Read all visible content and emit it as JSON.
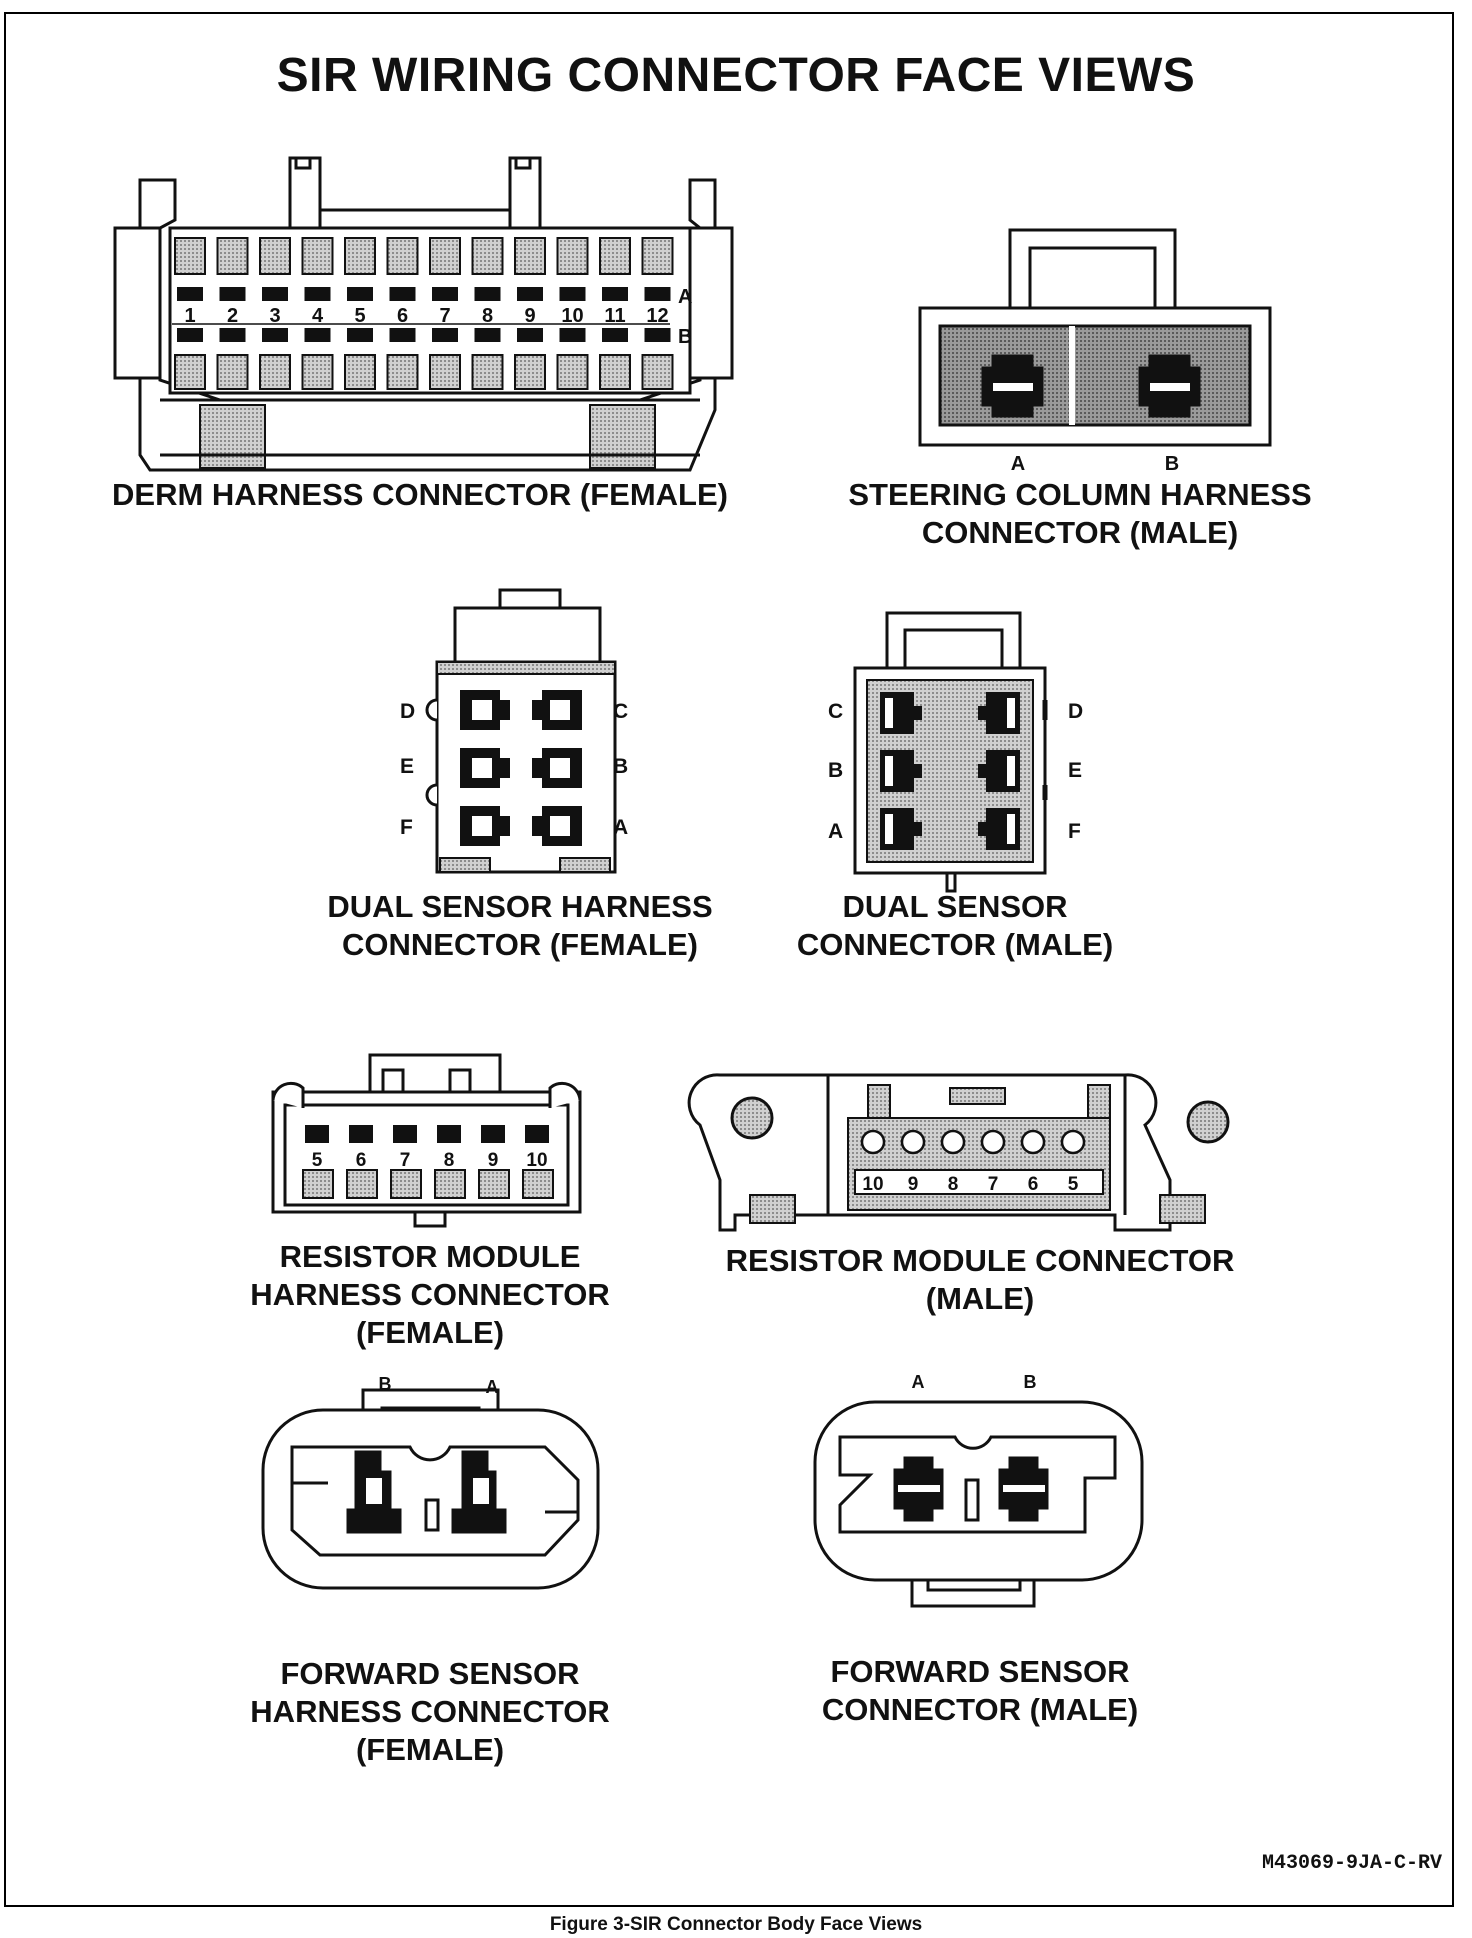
{
  "title": "SIR WIRING CONNECTOR FACE VIEWS",
  "connectors": [
    {
      "name_lines": [
        "DERM HARNESS CONNECTOR (FEMALE)"
      ],
      "pin_numbers": [
        "1",
        "2",
        "3",
        "4",
        "5",
        "6",
        "7",
        "8",
        "9",
        "10",
        "11",
        "12"
      ],
      "row_letters": [
        "A",
        "B"
      ]
    },
    {
      "name_lines": [
        "STEERING COLUMN HARNESS",
        "CONNECTOR (MALE)"
      ],
      "pins": [
        "A",
        "B"
      ]
    },
    {
      "name_lines": [
        "DUAL SENSOR HARNESS",
        "CONNECTOR (FEMALE)"
      ],
      "left_letters": [
        "D",
        "E",
        "F"
      ],
      "right_letters": [
        "C",
        "B",
        "A"
      ]
    },
    {
      "name_lines": [
        "DUAL SENSOR",
        "CONNECTOR (MALE)"
      ],
      "left_letters": [
        "C",
        "B",
        "A"
      ],
      "right_letters": [
        "D",
        "E",
        "F"
      ]
    },
    {
      "name_lines": [
        "RESISTOR MODULE",
        "HARNESS CONNECTOR",
        "(FEMALE)"
      ],
      "pin_numbers": [
        "5",
        "6",
        "7",
        "8",
        "9",
        "10"
      ]
    },
    {
      "name_lines": [
        "RESISTOR MODULE CONNECTOR",
        "(MALE)"
      ],
      "pin_numbers": [
        "10",
        "9",
        "8",
        "7",
        "6",
        "5"
      ]
    },
    {
      "name_lines": [
        "FORWARD SENSOR",
        "HARNESS CONNECTOR",
        "(FEMALE)"
      ],
      "pins": [
        "B",
        "A"
      ]
    },
    {
      "name_lines": [
        "FORWARD SENSOR",
        "CONNECTOR (MALE)"
      ],
      "pins": [
        "A",
        "B"
      ]
    }
  ],
  "reference_code": "M43069-9JA-C-RV",
  "caption": "Figure 3-SIR Connector Body Face Views",
  "colors": {
    "ink": "#111111",
    "shade": "#b8b8b8",
    "dark_shade": "#8a8a8a",
    "paper": "#ffffff"
  }
}
